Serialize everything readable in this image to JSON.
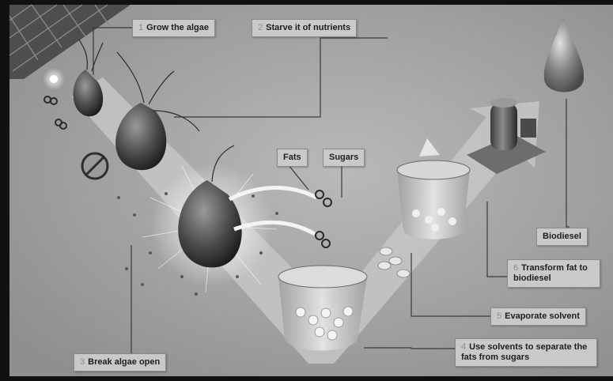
{
  "steps": [
    {
      "number": "1",
      "text": "Grow the algae"
    },
    {
      "number": "2",
      "text": "Starve it of nutrients"
    },
    {
      "number": "3",
      "text": "Break algae open"
    },
    {
      "number": "4",
      "text": "Use solvents to separate the fats from sugars"
    },
    {
      "number": "5",
      "text": "Evaporate solvent"
    },
    {
      "number": "6",
      "text": "Transform fat to biodiesel"
    }
  ],
  "tags": {
    "fats": "Fats",
    "sugars": "Sugars",
    "biodiesel": "Biodiesel"
  },
  "colors": {
    "background": "#a9a9a9",
    "path": "#c7c7c7",
    "label_fill": "#c9c9c9",
    "connector": "#3a3a3a"
  },
  "icons": [
    "solar-panel-icon",
    "sun-icon",
    "algae-cell-icon",
    "no-nutrients-icon",
    "beaker-icon",
    "reactor-icon",
    "oil-drop-icon",
    "arrow-icon"
  ]
}
